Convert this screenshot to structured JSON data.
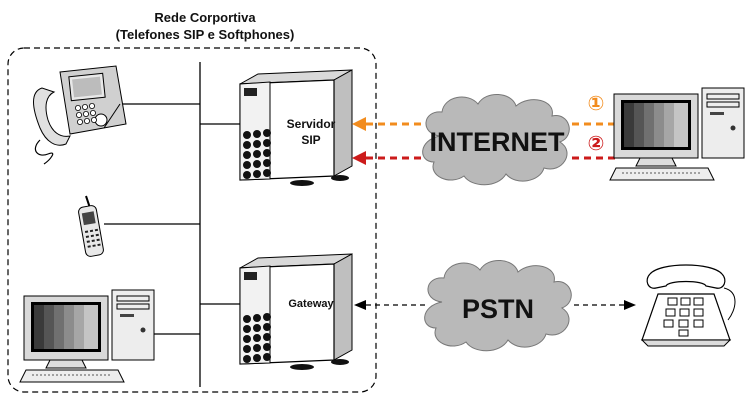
{
  "network": {
    "title_line1": "Rede Corportiva",
    "title_line2": "(Telefones SIP e Softphones)"
  },
  "servers": {
    "sip_line1": "Servidor",
    "sip_line2": "SIP",
    "gateway": "Gateway"
  },
  "clouds": {
    "internet": "INTERNET",
    "pstn": "PSTN"
  },
  "flows": {
    "step1": "①",
    "step2": "②"
  },
  "colors": {
    "flow1": "#f28c1e",
    "flow2": "#cc1b1b",
    "cloud": "#b9b9b9"
  },
  "icons": [
    "ip-desk-phone-icon",
    "mobile-phone-icon",
    "desktop-computer-icon",
    "server-tower-icon",
    "remote-computer-icon",
    "cloud-icon",
    "analog-telephone-icon"
  ]
}
